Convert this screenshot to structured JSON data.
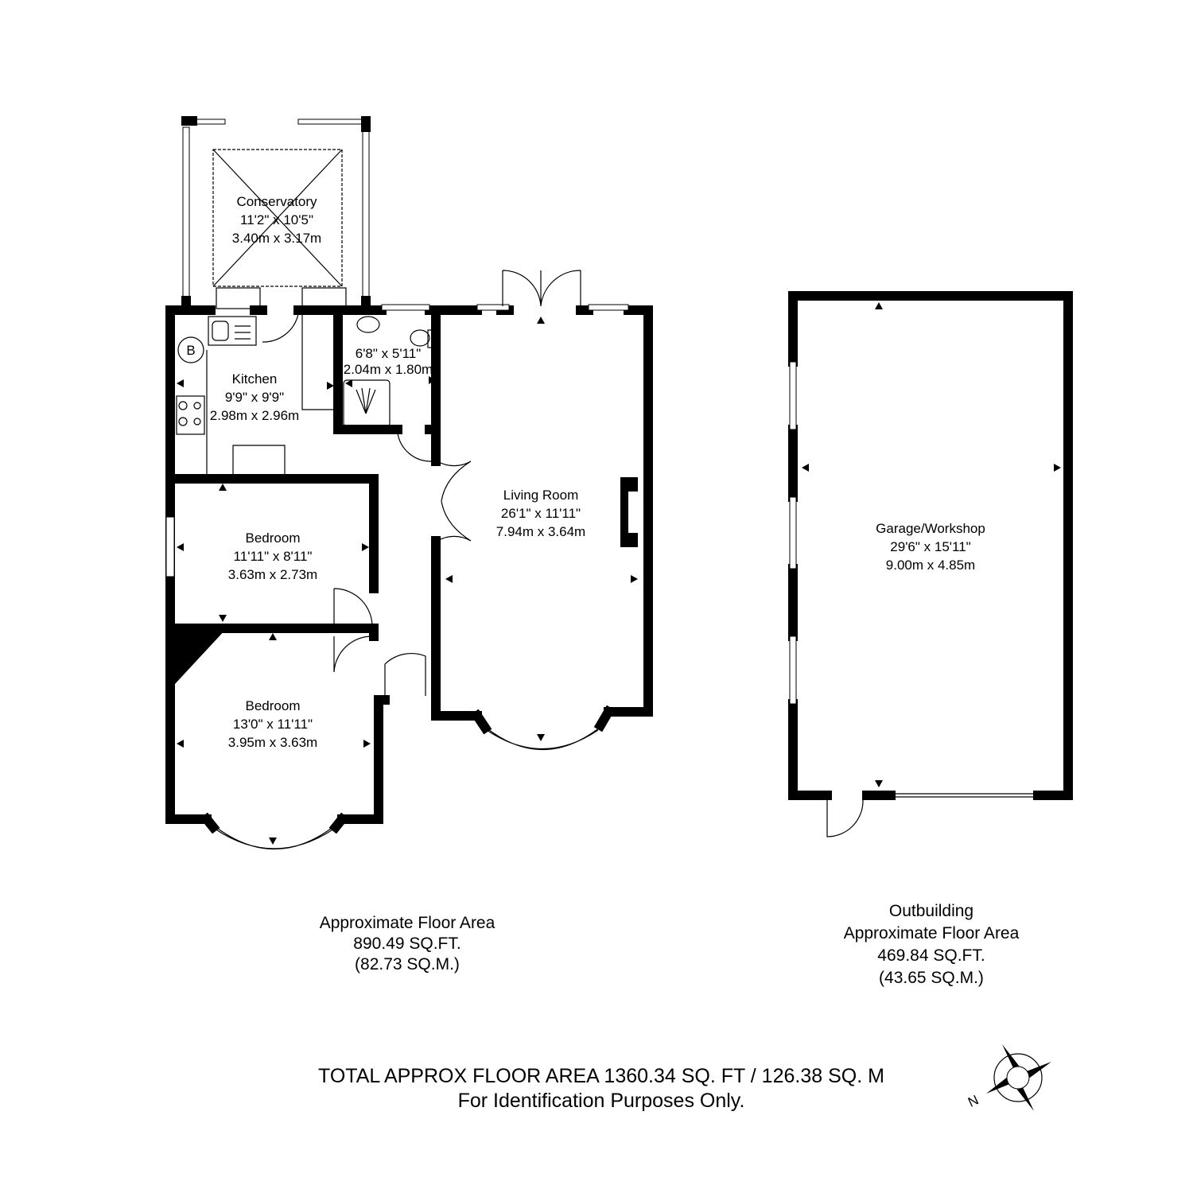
{
  "rooms": {
    "conservatory": {
      "name": "Conservatory",
      "imperial": "11'2\" x 10'5\"",
      "metric": "3.40m x 3.17m"
    },
    "kitchen": {
      "name": "Kitchen",
      "imperial": "9'9\" x 9'9\"",
      "metric": "2.98m x 2.96m",
      "boiler_label": "B"
    },
    "shower_room": {
      "imperial": "6'8\" x 5'11\"",
      "metric": "2.04m x 1.80m"
    },
    "living_room": {
      "name": "Living Room",
      "imperial": "26'1\" x 11'11\"",
      "metric": "7.94m x 3.64m"
    },
    "bedroom1": {
      "name": "Bedroom",
      "imperial": "11'11\" x 8'11\"",
      "metric": "3.63m x 2.73m"
    },
    "bedroom2": {
      "name": "Bedroom",
      "imperial": "13'0\" x 11'11\"",
      "metric": "3.95m x 3.63m"
    },
    "garage": {
      "name": "Garage/Workshop",
      "imperial": "29'6\" x 15'11\"",
      "metric": "9.00m x 4.85m"
    }
  },
  "main_area": {
    "line1": "Approximate Floor Area",
    "line2": "890.49 SQ.FT.",
    "line3": "(82.73 SQ.M.)"
  },
  "outbuilding_area": {
    "line0": "Outbuilding",
    "line1": "Approximate Floor Area",
    "line2": "469.84 SQ.FT.",
    "line3": "(43.65 SQ.M.)"
  },
  "footer": {
    "total": "TOTAL APPROX FLOOR AREA 1360.34 SQ. FT / 126.38 SQ. M",
    "note": "For Identification Purposes Only."
  },
  "compass": {
    "label": "N"
  }
}
